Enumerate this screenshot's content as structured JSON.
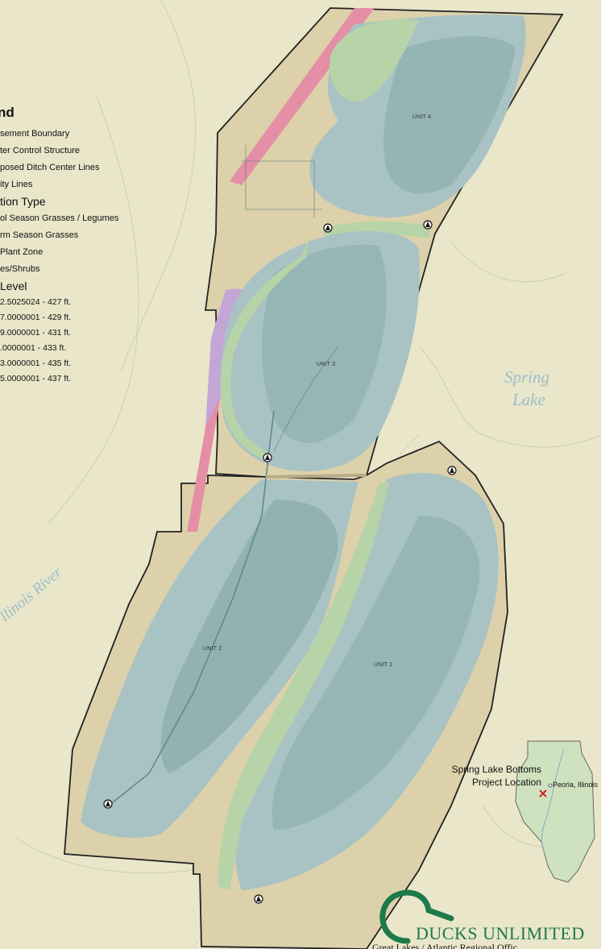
{
  "legend": {
    "title": "nd",
    "items": [
      "sement Boundary",
      "ter Control Structure",
      "posed Ditch Center Lines",
      "ity Lines"
    ],
    "vegetation_heading": "tion Type",
    "vegetation": [
      "ol Season Grasses / Legumes",
      "rm Season Grasses",
      "Plant Zone",
      "es/Shrubs"
    ],
    "level_heading": "Level",
    "depth_ranges": [
      "2.5025024 - 427 ft.",
      "7.0000001 - 429 ft.",
      "9.0000001 - 431 ft.",
      ".0000001 - 433 ft.",
      "3.0000001 - 435 ft.",
      "5.0000001 - 437 ft."
    ]
  },
  "units": [
    "UNIT 4",
    "UNIT 3",
    "UNIT 2",
    "UNIT 1"
  ],
  "water_bodies": {
    "lake_line1": "Spring",
    "lake_line2": "Lake",
    "river": "llinois River"
  },
  "inset": {
    "label_line1": "Spring Lake Bottoms",
    "label_line2": "Project Location",
    "city": "Peoria, Illinois"
  },
  "logo": {
    "name": "DUCKS UNLIMITED",
    "subtitle": "Great Lakes / Atlantic Regional Offic"
  },
  "colors": {
    "background": "#e9e6c9",
    "tan_land": "#dcd1aa",
    "water_shallow": "#a9c3c4",
    "water_deep": "#7fa3a3",
    "grass_green": "#b7d3a8",
    "pink_strip": "#e48fa6",
    "purple_zone": "#c4a6d6",
    "logo_green": "#1d7a4a"
  }
}
